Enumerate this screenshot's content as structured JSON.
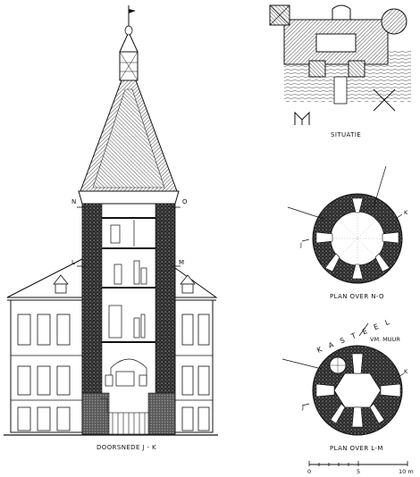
{
  "section": {
    "title": "DOORSNEDE  J - K",
    "cut_marks": {
      "n": "N",
      "o": "O",
      "l": "L",
      "m": "M"
    }
  },
  "situation": {
    "title": "SITUATIE"
  },
  "plan_no": {
    "title": "PLAN OVER N-O",
    "marks": {
      "j": "J",
      "k": "K"
    }
  },
  "plan_lm": {
    "title": "PLAN OVER L-M",
    "kasteel": "K A S T E E L",
    "vm_muur": "VM. MUUR",
    "marks": {
      "j": "J",
      "k": "K"
    }
  },
  "scale": {
    "ticks": [
      "0",
      "5",
      "10 m"
    ]
  }
}
